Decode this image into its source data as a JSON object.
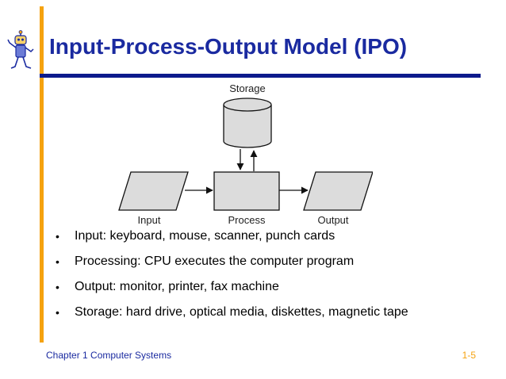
{
  "slide": {
    "title": "Input-Process-Output Model (IPO)",
    "diagram": {
      "storage_label": "Storage",
      "input_label": "Input",
      "process_label": "Process",
      "output_label": "Output"
    },
    "bullets": [
      "Input: keyboard, mouse, scanner, punch cards",
      "Processing: CPU executes the computer program",
      "Output: monitor, printer, fax machine",
      "Storage: hard drive, optical media, diskettes, magnetic tape"
    ],
    "bullet_glyph": "•",
    "footer": {
      "left": "Chapter 1 Computer Systems",
      "right": "1-5"
    }
  },
  "colors": {
    "title": "#1a2aa0",
    "accent_bar": "#f5a20f",
    "title_rule": "#0d1a8c",
    "diagram_fill": "#dcdcdc"
  },
  "icons": {
    "mascot": "cartoon-robot-figure-icon"
  }
}
